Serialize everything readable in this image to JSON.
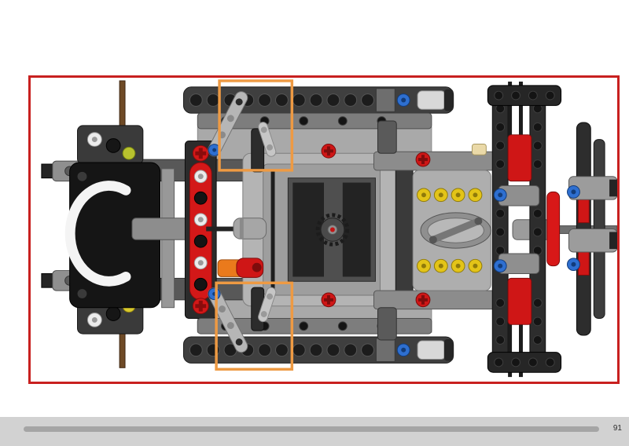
{
  "page": {
    "number": "91"
  },
  "frame": {
    "border_color": "#c8201f",
    "highlight_color": "#ee9a43"
  },
  "illustration": {
    "subject": "lego-technic-chassis-top-view-step",
    "callout_count": 2,
    "palette": {
      "red_parts": "#d31818",
      "orange_part": "#ea7a1c",
      "blue_pins": "#2e6fd0",
      "yellow_pins": "#e3c418",
      "brown_axle": "#6e4a26",
      "light_gray": "#b4b4b4",
      "dark_gray": "#3f3f3f"
    }
  },
  "footer": {
    "scrollbar_color": "#a5a5a5",
    "background_color": "#d2d2d2"
  }
}
